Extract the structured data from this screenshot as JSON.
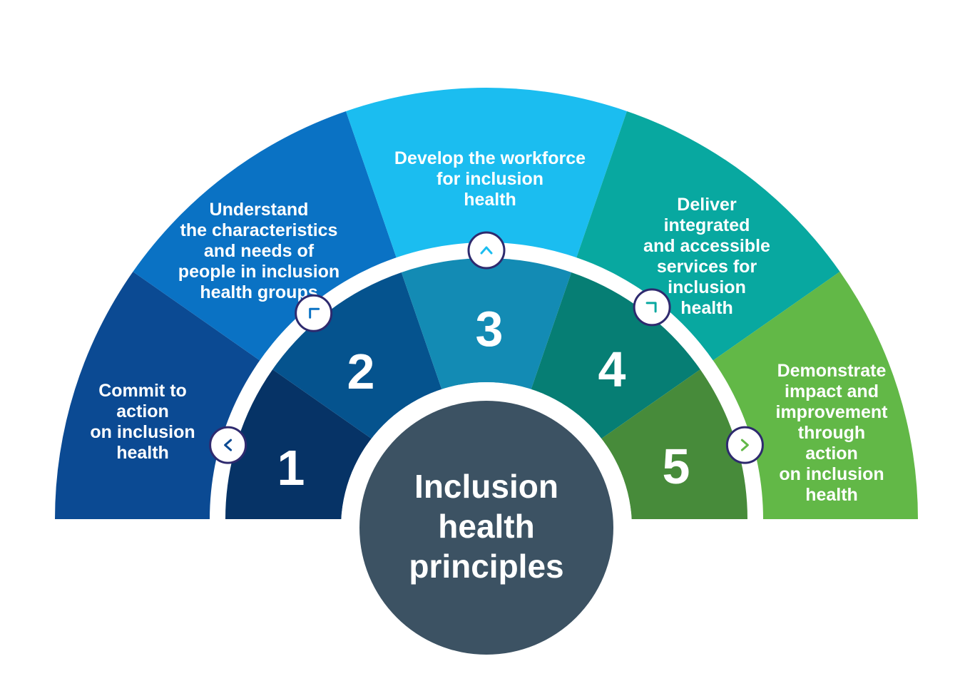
{
  "title_lines": [
    "Inclusion",
    "health",
    "principles"
  ],
  "principles": [
    {
      "number": "1",
      "lines": [
        "Commit to",
        "action",
        "on inclusion",
        "health"
      ],
      "outer_color": "#0b4a93",
      "inner_color": "#063366",
      "arrow_icon": "chevron-left-icon"
    },
    {
      "number": "2",
      "lines": [
        "Understand",
        "the characteristics",
        "and needs of",
        "people in inclusion",
        "health groups"
      ],
      "outer_color": "#0a72c4",
      "inner_color": "#05538e",
      "arrow_icon": "chevron-up-left-icon"
    },
    {
      "number": "3",
      "lines": [
        "Develop the workforce",
        "for inclusion",
        "health"
      ],
      "outer_color": "#1bbdf0",
      "inner_color": "#138bb4",
      "arrow_icon": "chevron-up-icon"
    },
    {
      "number": "4",
      "lines": [
        "Deliver",
        "integrated",
        "and accessible",
        "services for",
        "inclusion",
        "health"
      ],
      "outer_color": "#08a8a0",
      "inner_color": "#067e74",
      "arrow_icon": "chevron-up-right-icon"
    },
    {
      "number": "5",
      "lines": [
        "Demonstrate",
        "impact and",
        "improvement",
        "through",
        "action",
        "on inclusion",
        "health"
      ],
      "outer_color": "#62b847",
      "inner_color": "#478b3a",
      "arrow_icon": "chevron-right-icon"
    }
  ],
  "colors": {
    "center": "#3c5263",
    "arrow_border": "#2e2a6e",
    "background": "#ffffff"
  }
}
